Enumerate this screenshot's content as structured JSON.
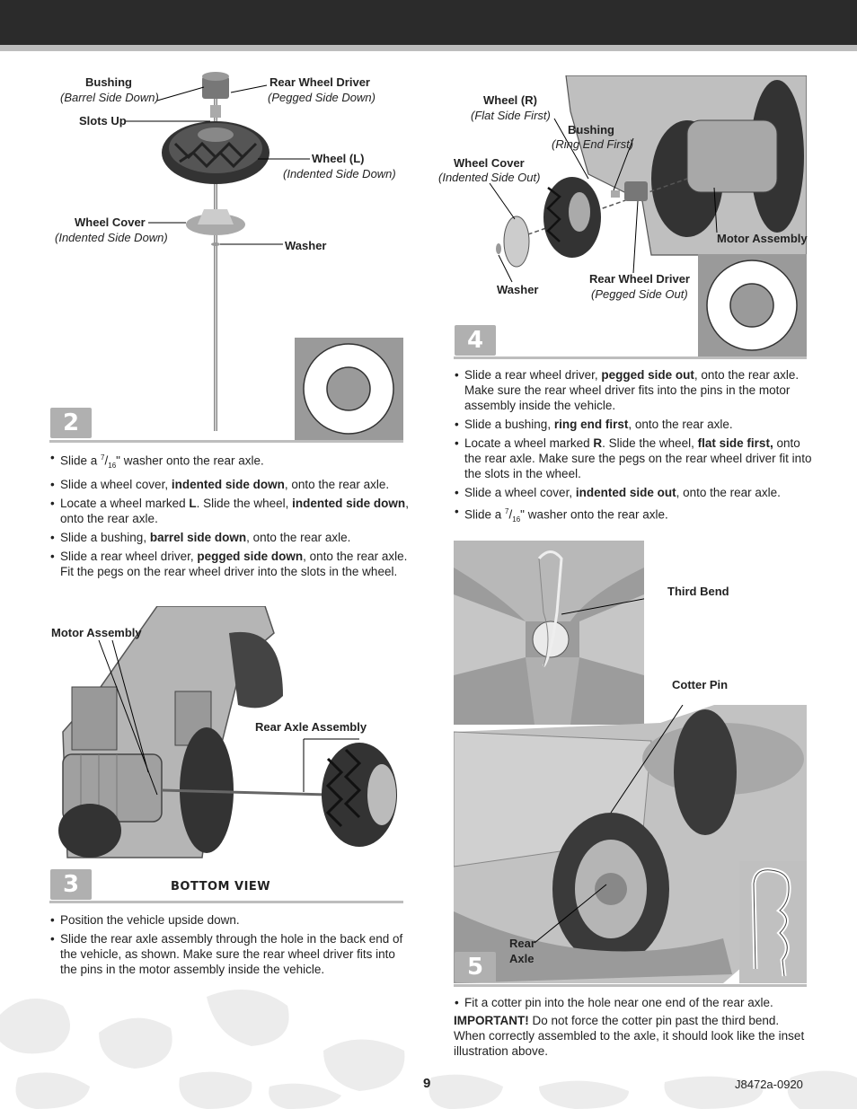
{
  "page_number": "9",
  "doc_code": "J8472a-0920",
  "step2": {
    "number": "2",
    "labels": {
      "bushing": "Bushing",
      "bushing_sub": "(Barrel Side Down)",
      "slots_up": "Slots Up",
      "rear_wheel_driver": "Rear Wheel Driver",
      "rear_wheel_driver_sub": "(Pegged Side Down)",
      "wheel_l": "Wheel (L)",
      "wheel_l_sub": "(Indented Side Down)",
      "wheel_cover": "Wheel Cover",
      "wheel_cover_sub": "(Indented Side Down)",
      "washer": "Washer"
    },
    "bullets": {
      "b1_pre": "Slide a ",
      "frac_num": "7",
      "frac_den": "16",
      "b1_post": "\" washer onto the rear axle.",
      "b2_pre": "Slide a wheel cover, ",
      "b2_bold": "indented side down",
      "b2_post": ", onto the rear axle.",
      "b3_pre": "Locate a wheel marked ",
      "b3_bold1": "L",
      "b3_mid": ". Slide the wheel, ",
      "b3_bold2": "indented side down",
      "b3_post": ", onto the rear axle.",
      "b4_pre": "Slide a bushing, ",
      "b4_bold": "barrel side down",
      "b4_post": ", onto the rear axle.",
      "b5_pre": "Slide a rear wheel driver, ",
      "b5_bold": "pegged side down",
      "b5_post": ", onto the rear axle. Fit the pegs on the rear wheel driver into the slots in the wheel."
    }
  },
  "step3": {
    "number": "3",
    "caption": "BOTTOM VIEW",
    "labels": {
      "motor_assembly": "Motor Assembly",
      "rear_axle_assembly": "Rear Axle Assembly"
    },
    "bullets": {
      "b1": "Position the vehicle upside down.",
      "b2": "Slide the rear axle assembly through the hole in the back end of the vehicle, as shown. Make sure the rear wheel driver fits into the pins in the motor assembly inside the vehicle."
    }
  },
  "step4": {
    "number": "4",
    "labels": {
      "wheel_r": "Wheel (R)",
      "wheel_r_sub": "(Flat Side First)",
      "bushing": "Bushing",
      "bushing_sub": "(Ring End First)",
      "wheel_cover": "Wheel Cover",
      "wheel_cover_sub": "(Indented Side Out)",
      "motor_assembly": "Motor Assembly",
      "rear_wheel_driver": "Rear Wheel Driver",
      "rear_wheel_driver_sub": "(Pegged Side Out)",
      "washer": "Washer"
    },
    "bullets": {
      "b1_pre": "Slide a rear wheel driver, ",
      "b1_bold": "pegged side out",
      "b1_post": ", onto the rear axle. Make sure the rear wheel driver fits into the pins in the motor assembly inside the vehicle.",
      "b2_pre": "Slide a bushing, ",
      "b2_bold": "ring end first",
      "b2_post": ", onto the rear axle.",
      "b3_pre": "Locate a wheel marked ",
      "b3_bold1": "R",
      "b3_mid": ". Slide the wheel, ",
      "b3_bold2": "flat side first,",
      "b3_post": " onto the rear axle. Make sure the pegs on the rear wheel driver fit into the slots in the wheel.",
      "b4_pre": "Slide a wheel cover, ",
      "b4_bold": "indented side out",
      "b4_post": ", onto the rear axle.",
      "b5_pre": "Slide a ",
      "frac_num": "7",
      "frac_den": "16",
      "b5_post": "\" washer onto the rear axle."
    }
  },
  "step5": {
    "number": "5",
    "labels": {
      "third_bend": "Third Bend",
      "cotter_pin": "Cotter Pin",
      "rear": "Rear",
      "axle": "Axle"
    },
    "bullet": "Fit a cotter pin into the hole near one end of the rear axle.",
    "important_label": "IMPORTANT!",
    "important_text": " Do not force the cotter pin past the third bend. When correctly assembled to the axle, it should look like the inset illustration above."
  }
}
